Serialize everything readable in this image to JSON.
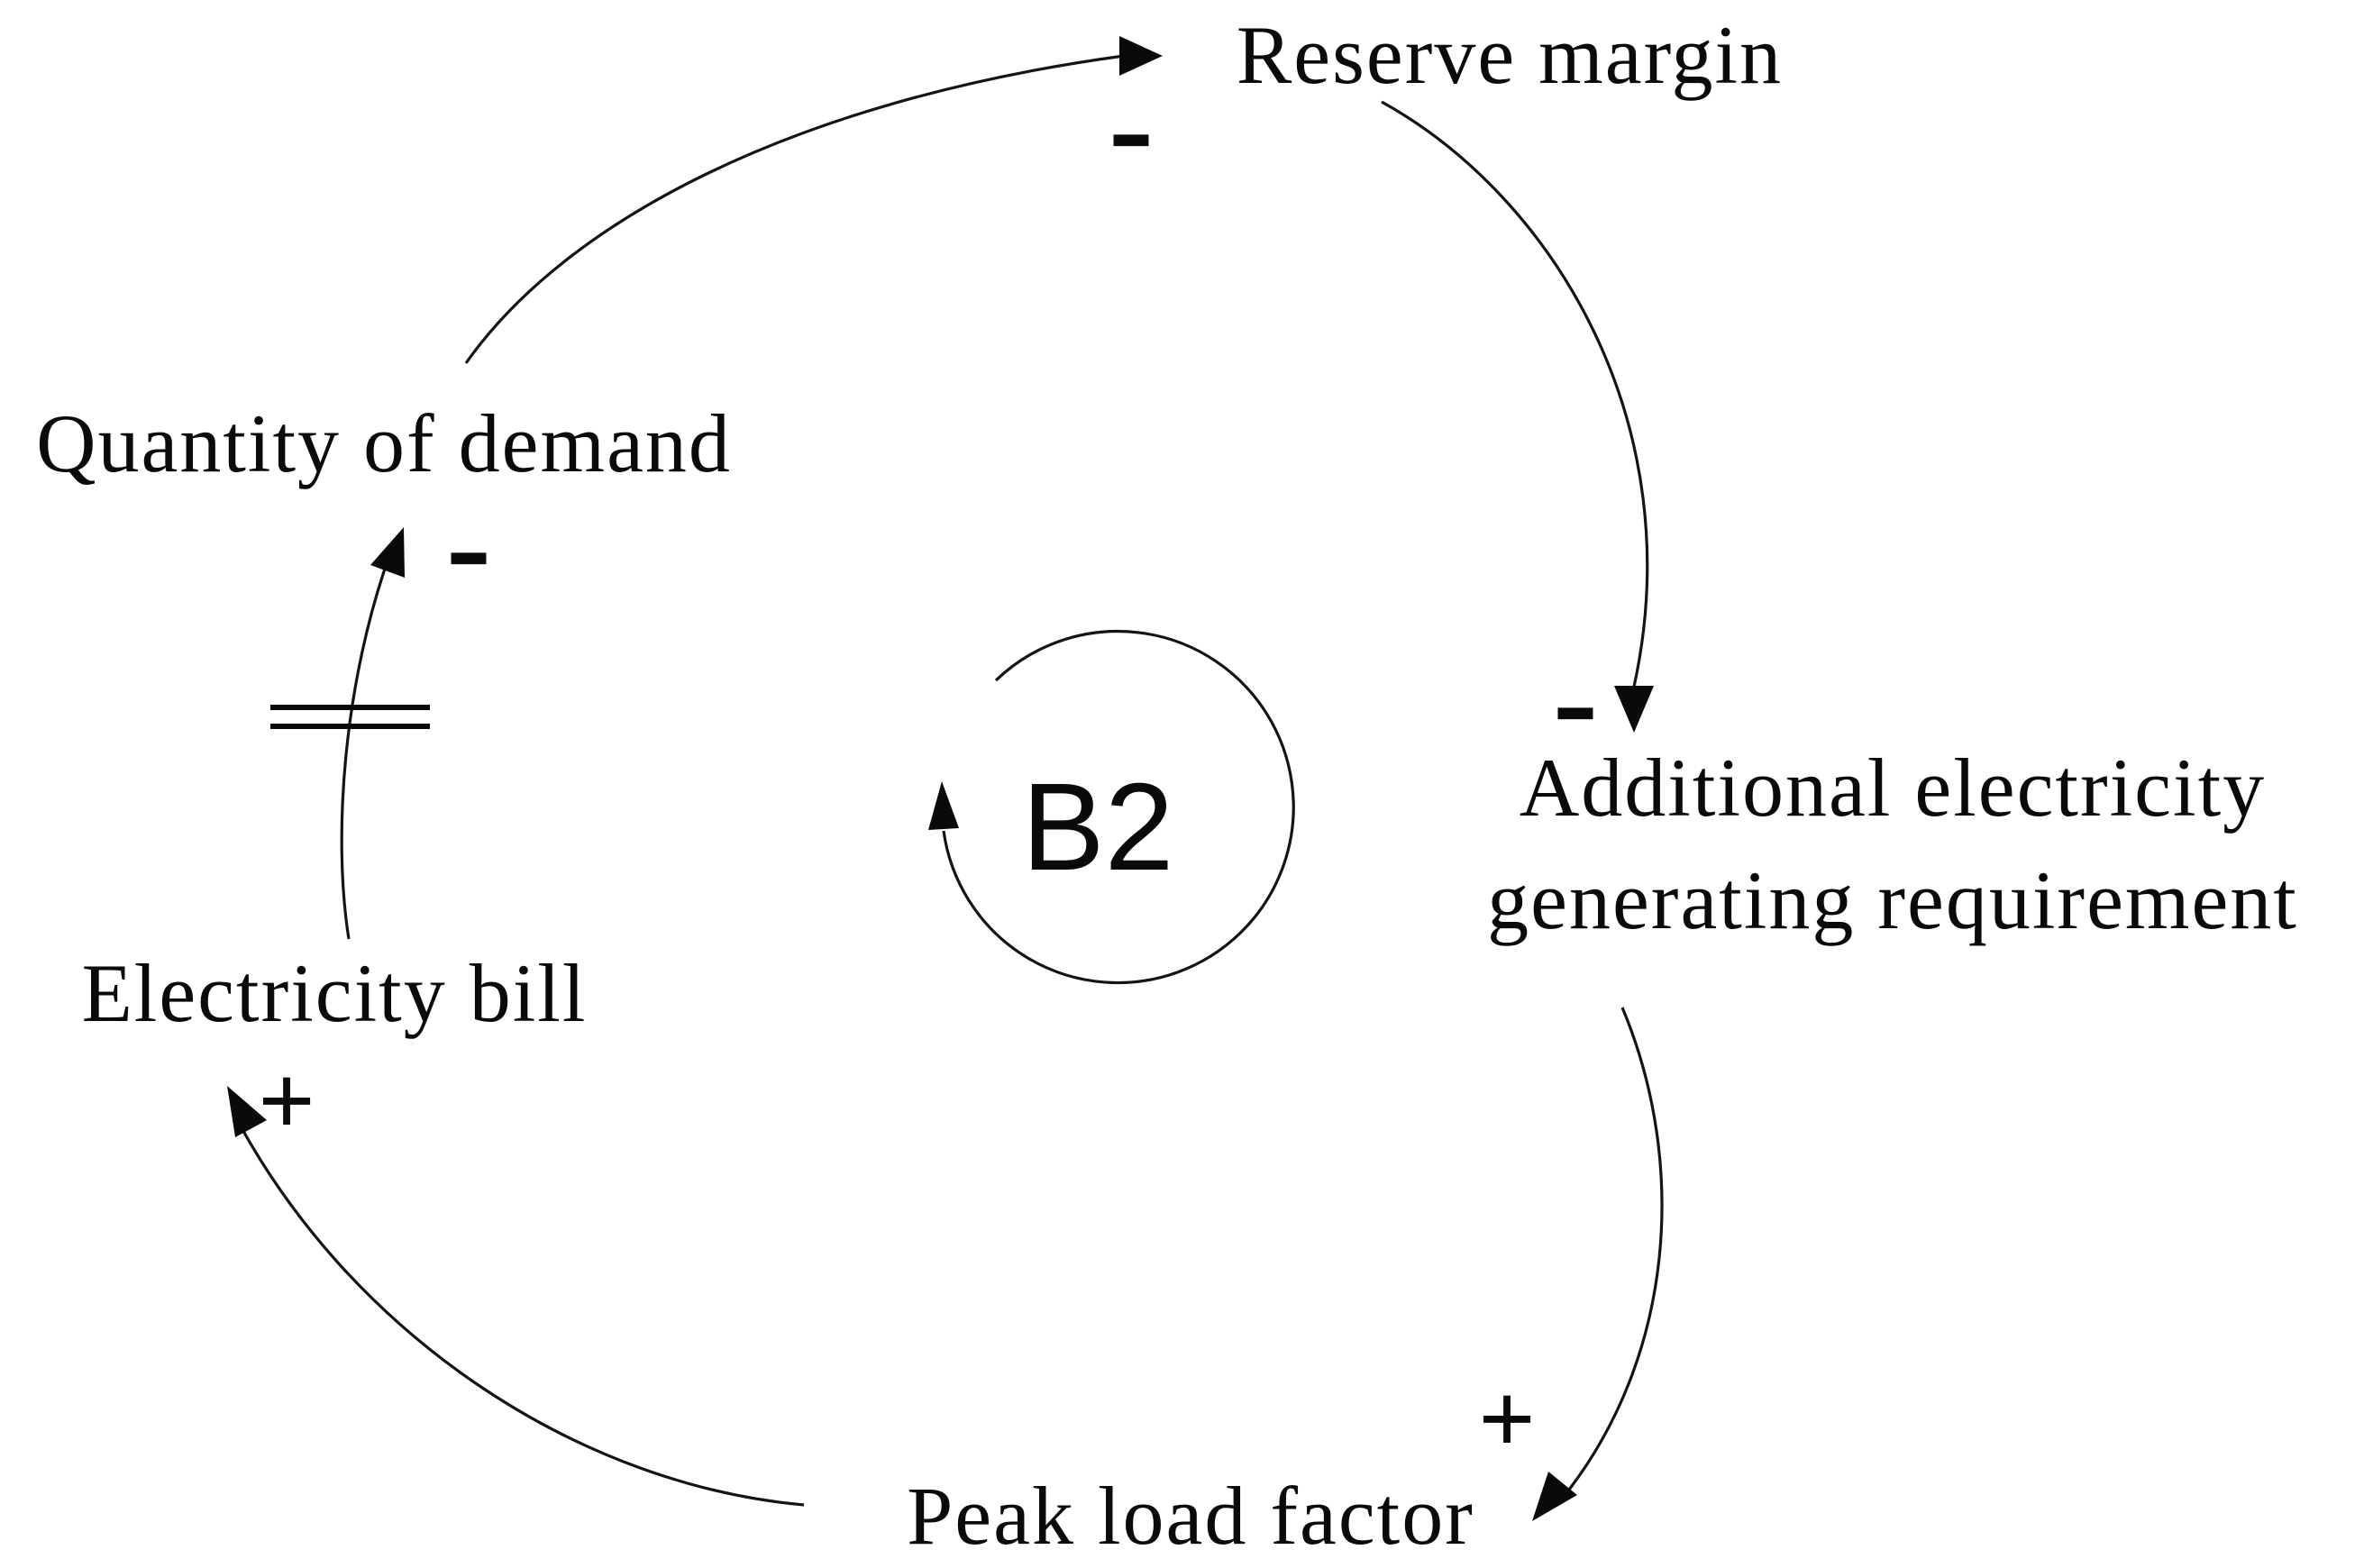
{
  "diagram": {
    "loop": {
      "id": "B2",
      "type": "balancing"
    },
    "nodes": [
      {
        "id": "quantity-of-demand",
        "label": "Quantity of demand"
      },
      {
        "id": "reserve-margin",
        "label": "Reserve margin"
      },
      {
        "id": "additional-electricity",
        "label_line1": "Additional electricity",
        "label_line2": "generating requirement"
      },
      {
        "id": "peak-load-factor",
        "label": "Peak load factor"
      },
      {
        "id": "electricity-bill",
        "label": "Electricity bill"
      }
    ],
    "edges": [
      {
        "from": "quantity-of-demand",
        "to": "reserve-margin",
        "polarity": "-"
      },
      {
        "from": "reserve-margin",
        "to": "additional-electricity",
        "polarity": "-"
      },
      {
        "from": "additional-electricity",
        "to": "peak-load-factor",
        "polarity": "+"
      },
      {
        "from": "peak-load-factor",
        "to": "electricity-bill",
        "polarity": "+"
      },
      {
        "from": "electricity-bill",
        "to": "quantity-of-demand",
        "polarity": "-",
        "delay": true
      }
    ],
    "colors": {
      "ink": "#0a0a0a",
      "background": "#ffffff"
    }
  }
}
